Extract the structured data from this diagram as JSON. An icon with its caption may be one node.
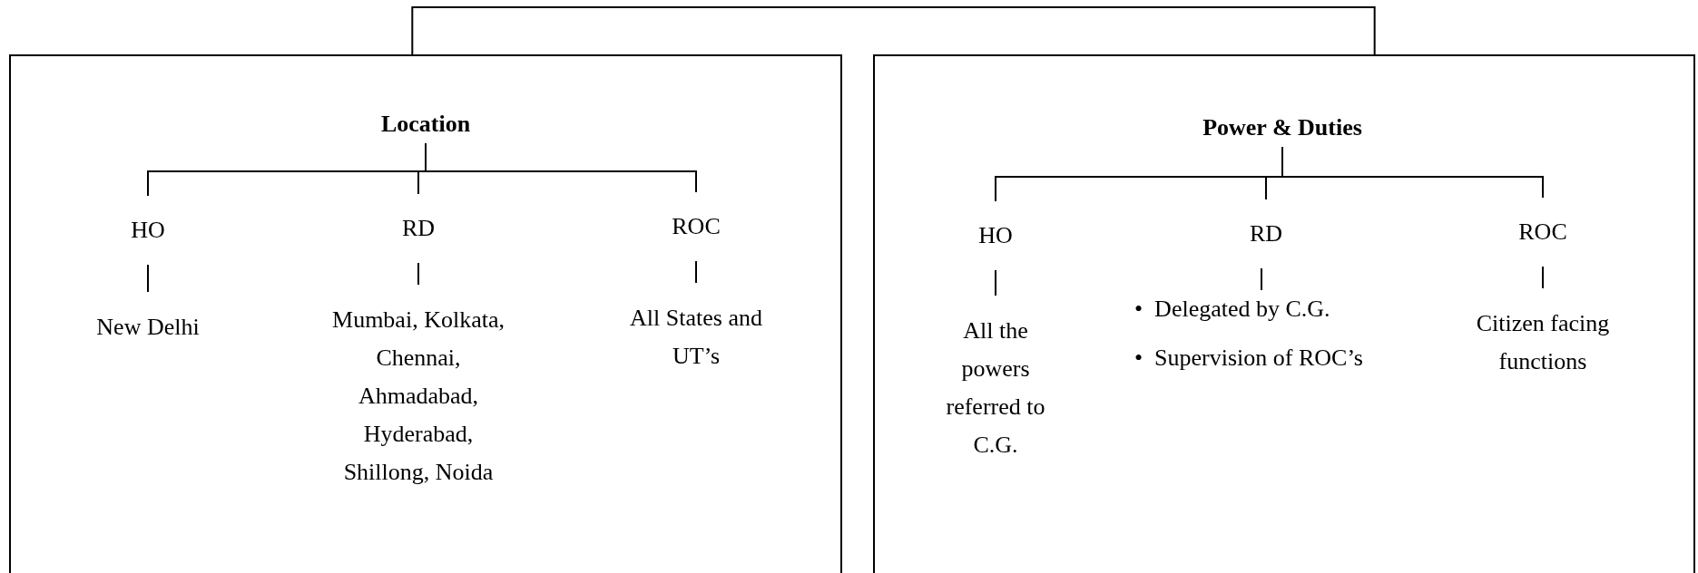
{
  "diagram": {
    "nodes": [
      {
        "text": [],
        "shape": "box"
      },
      {
        "text": [
          "Location"
        ],
        "in": 0
      },
      {
        "text": [
          "HO"
        ],
        "in": 0
      },
      {
        "text": [
          "RD"
        ],
        "in": 0
      },
      {
        "text": [
          "ROC"
        ],
        "in": 0
      },
      {
        "text": [
          "New Delhi"
        ],
        "in": 0
      },
      {
        "text": [
          "Mumbai, Kolkata, Chennai, Ahmadabad, Hyderabad, Shillong, Noida"
        ],
        "in": 0
      },
      {
        "text": [
          "All States and UT’s"
        ],
        "in": 0
      },
      {
        "text": [],
        "shape": "box"
      },
      {
        "text": [
          "Power & Duties"
        ],
        "in": 8
      },
      {
        "text": [
          "HO"
        ],
        "in": 8
      },
      {
        "text": [
          "RD"
        ],
        "in": 8
      },
      {
        "text": [
          "ROC"
        ],
        "in": 8
      },
      {
        "text": [
          "All the powers referred to C.G."
        ],
        "in": 8
      },
      {
        "text": [
          "•  Delegated by C.G.",
          "•  Supervision of ROC’s"
        ],
        "in": 8
      },
      {
        "text": [
          "Citizen facing functions"
        ],
        "in": 8
      }
    ],
    "edges": [
      {
        "from": 0,
        "to": 8,
        "arrow": "none"
      },
      {
        "from": 1,
        "to": 2,
        "arrow": "none"
      },
      {
        "from": 1,
        "to": 3,
        "arrow": "none"
      },
      {
        "from": 1,
        "to": 4,
        "arrow": "none"
      },
      {
        "from": 2,
        "to": 5,
        "arrow": "none"
      },
      {
        "from": 3,
        "to": 6,
        "arrow": "none"
      },
      {
        "from": 4,
        "to": 7,
        "arrow": "none"
      },
      {
        "from": 9,
        "to": 10,
        "arrow": "none"
      },
      {
        "from": 9,
        "to": 11,
        "arrow": "none"
      },
      {
        "from": 9,
        "to": 12,
        "arrow": "none"
      },
      {
        "from": 10,
        "to": 13,
        "arrow": "none"
      },
      {
        "from": 11,
        "to": 14,
        "arrow": "none"
      },
      {
        "from": 12,
        "to": 15,
        "arrow": "none"
      }
    ]
  }
}
